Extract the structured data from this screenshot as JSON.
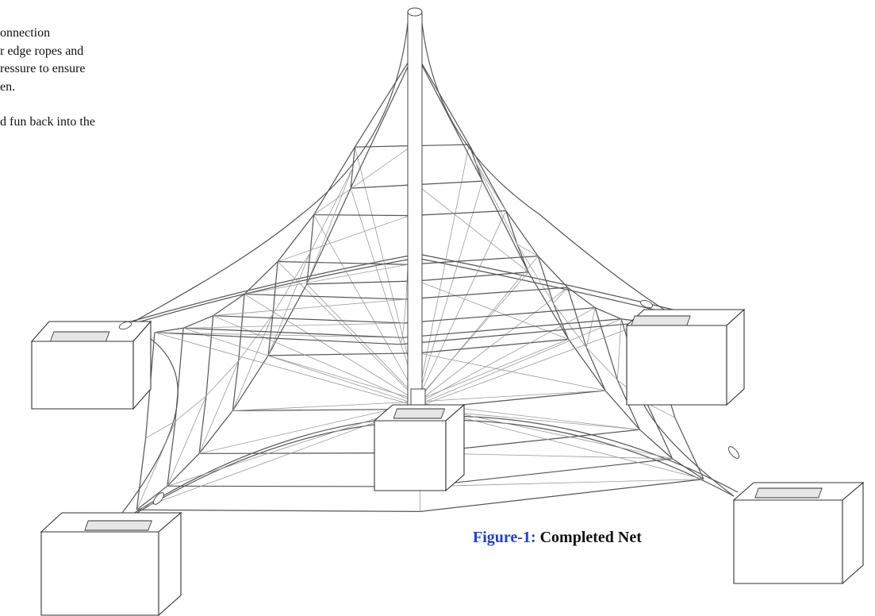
{
  "body_text": {
    "paragraphs": [
      {
        "lines": [
          "onnection",
          "r edge ropes and",
          "ressure to ensure",
          "en."
        ]
      },
      {
        "lines": [
          "d fun back into the"
        ]
      }
    ]
  },
  "figure": {
    "label": "Figure-1:",
    "title": "Completed Net"
  },
  "colors": {
    "caption_label": "#1f3fd0",
    "caption_title": "#111111",
    "line_art": "#444444"
  }
}
